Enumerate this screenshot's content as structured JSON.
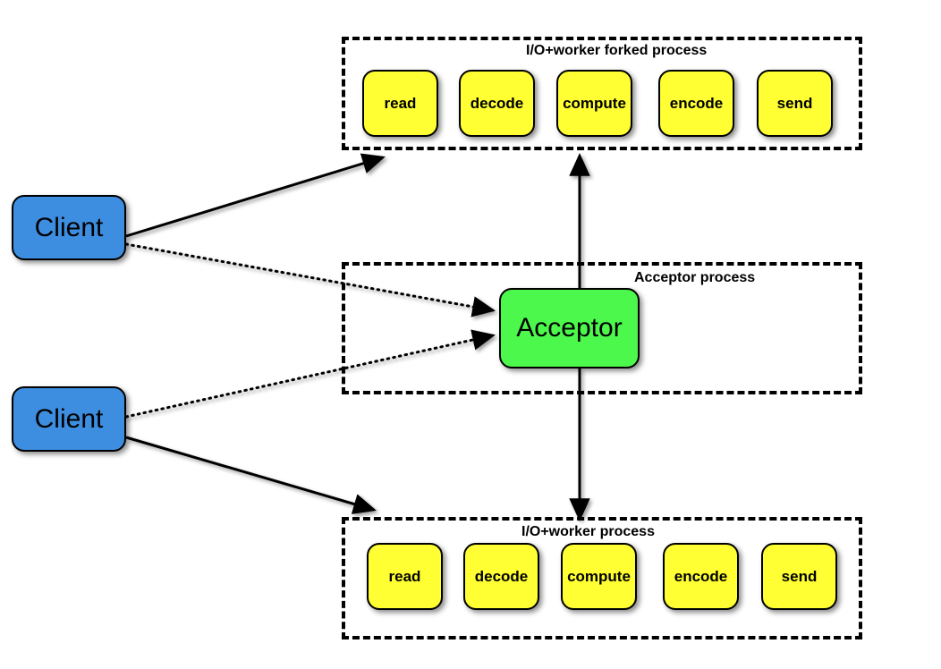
{
  "diagram": {
    "title": "Server process architecture diagram",
    "background": "#ffffff",
    "colors": {
      "client_fill": "#3d8ee0",
      "acceptor_fill": "#4df84d",
      "stage_fill": "#ffff33",
      "stroke": "#000000"
    }
  },
  "clients": [
    {
      "label": "Client"
    },
    {
      "label": "Client"
    }
  ],
  "acceptor": {
    "label": "Acceptor"
  },
  "groups": [
    {
      "label": "I/O+worker forked process",
      "stages": [
        {
          "label": "read"
        },
        {
          "label": "decode"
        },
        {
          "label": "compute"
        },
        {
          "label": "encode"
        },
        {
          "label": "send"
        }
      ]
    },
    {
      "label": "Acceptor process",
      "stages": []
    },
    {
      "label": "I/O+worker process",
      "stages": [
        {
          "label": "read"
        },
        {
          "label": "decode"
        },
        {
          "label": "compute"
        },
        {
          "label": "encode"
        },
        {
          "label": "send"
        }
      ]
    }
  ],
  "connections": [
    {
      "name": "client1-to-forked-process",
      "style": "solid",
      "from": "Client (top)",
      "to": "I/O+worker forked process"
    },
    {
      "name": "client1-to-acceptor",
      "style": "dotted",
      "from": "Client (top)",
      "to": "Acceptor"
    },
    {
      "name": "client2-to-acceptor",
      "style": "dotted",
      "from": "Client (bottom)",
      "to": "Acceptor"
    },
    {
      "name": "client2-to-worker-process",
      "style": "solid",
      "from": "Client (bottom)",
      "to": "I/O+worker process"
    },
    {
      "name": "acceptor-to-forked-process",
      "style": "solid",
      "from": "Acceptor",
      "to": "I/O+worker forked process"
    },
    {
      "name": "acceptor-to-worker-process",
      "style": "solid",
      "from": "Acceptor",
      "to": "I/O+worker process"
    }
  ]
}
